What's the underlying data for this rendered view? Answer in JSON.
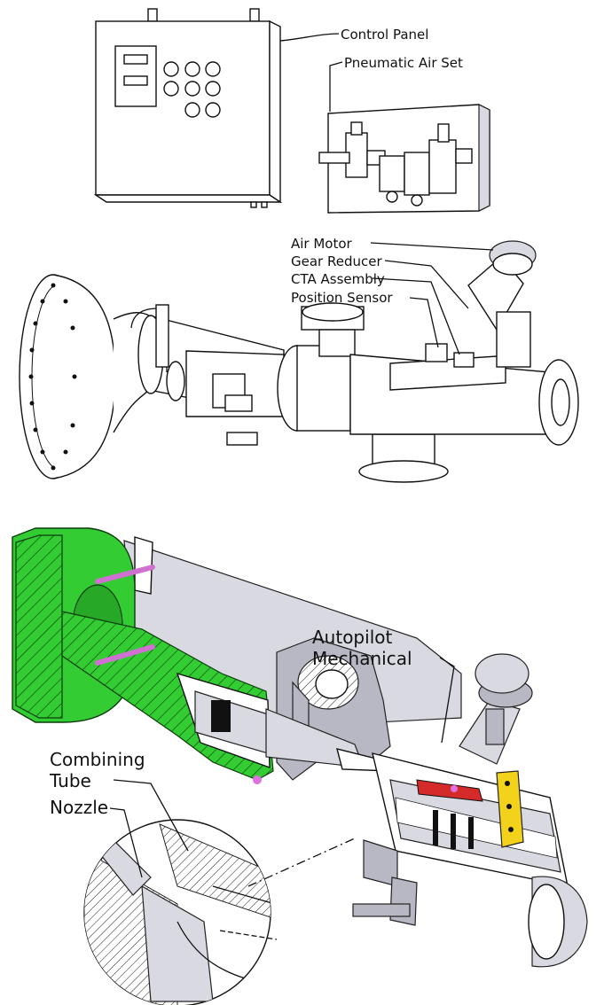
{
  "labels": {
    "control_panel": "Control Panel",
    "pneumatic_air_set": "Pneumatic Air Set",
    "air_motor": "Air Motor",
    "gear_reducer": "Gear Reducer",
    "cta_assembly": "CTA Assembly",
    "position_sensor": "Position Sensor",
    "autopilot_line1": "Autopilot",
    "autopilot_line2": "Mechanical",
    "combining_line1": "Combining",
    "combining_line2": "Tube",
    "nozzle": "Nozzle"
  },
  "colors": {
    "section_green": "#33cc33",
    "section_grey": "#b8b8c4",
    "sensor_yellow": "#f2d21b",
    "accent_pink": "#e070e0",
    "accent_red": "#d42a2a"
  }
}
